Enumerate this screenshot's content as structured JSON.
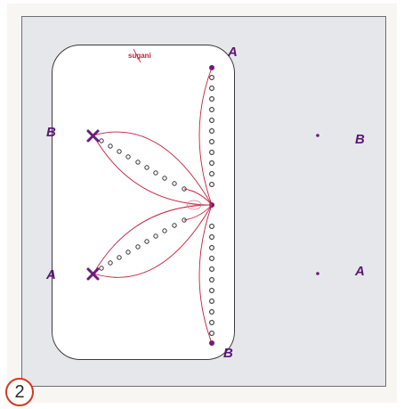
{
  "diagram": {
    "brand": "sugani",
    "step_number": "2",
    "labels": {
      "top_right_a": "A",
      "left_b": "B",
      "right_b": "B",
      "left_a": "A",
      "right_a": "A",
      "bottom_b": "B"
    },
    "colors": {
      "accent_red": "#c21e3a",
      "label_purple": "#5b1673",
      "marker_purple": "#6a1a7a",
      "panel_gray": "#e6e7ea"
    },
    "icons": [
      "x-marker-icon",
      "hole-icon",
      "dot-icon"
    ]
  }
}
